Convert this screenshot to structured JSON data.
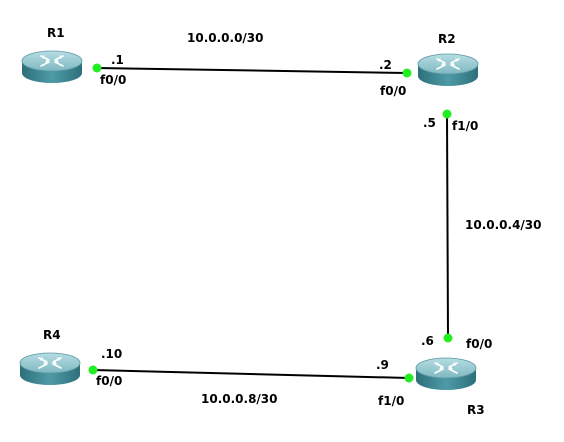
{
  "routers": [
    {
      "id": "R1",
      "name": "R1"
    },
    {
      "id": "R2",
      "name": "R2"
    },
    {
      "id": "R3",
      "name": "R3"
    },
    {
      "id": "R4",
      "name": "R4"
    }
  ],
  "links": [
    {
      "network": "10.0.0.0/30",
      "a": {
        "router": "R1",
        "interface": "f0/0",
        "host": ".1"
      },
      "b": {
        "router": "R2",
        "interface": "f0/0",
        "host": ".2"
      }
    },
    {
      "network": "10.0.0.4/30",
      "a": {
        "router": "R2",
        "interface": "f1/0",
        "host": ".5"
      },
      "b": {
        "router": "R3",
        "interface": "f0/0",
        "host": ".6"
      }
    },
    {
      "network": "10.0.0.8/30",
      "a": {
        "router": "R4",
        "interface": "f0/0",
        "host": ".10"
      },
      "b": {
        "router": "R3",
        "interface": "f1/0",
        "host": ".9"
      }
    }
  ],
  "colors": {
    "router_body": "#3f8a96",
    "router_top": "#8fc6cf",
    "port_up": "#22ee22",
    "link": "#000000"
  },
  "icon": "router-icon"
}
